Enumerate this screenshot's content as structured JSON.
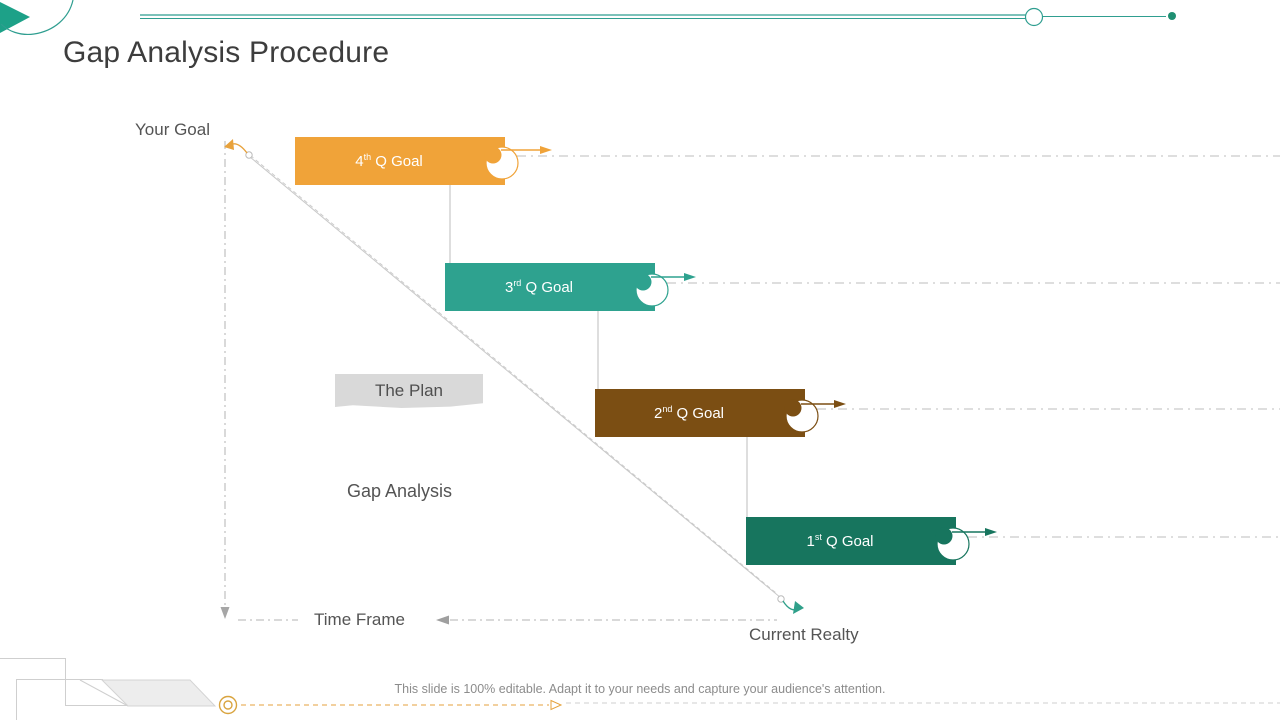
{
  "slide": {
    "title": "Gap Analysis Procedure",
    "footer": "This slide is 100% editable. Adapt it to your needs and capture your audience's attention."
  },
  "diagram": {
    "y_axis_label": "Your Goal",
    "x_axis_label": "Time Frame",
    "plan_label": "The Plan",
    "gap_label": "Gap Analysis",
    "current_label": "Current Realty",
    "bars": [
      {
        "num": "4",
        "ord": "th",
        "rest": " Q Goal",
        "color": "#F0A339"
      },
      {
        "num": "3",
        "ord": "rd",
        "rest": " Q Goal",
        "color": "#2EA28F"
      },
      {
        "num": "2",
        "ord": "nd",
        "rest": " Q Goal",
        "color": "#7B4E13"
      },
      {
        "num": "1",
        "ord": "st",
        "rest": " Q Goal",
        "color": "#17755E"
      }
    ]
  },
  "colors": {
    "accent_teal": "#2F9E90",
    "accent_teal_dark": "#1F8F72",
    "accent_orange": "#E8A23C",
    "accent_gold": "#D9A43F",
    "line_gray": "#BDBDBD",
    "label_gray": "#545454",
    "title_gray": "#3D3D3D",
    "plan_box_gray": "#D9D9D9"
  }
}
